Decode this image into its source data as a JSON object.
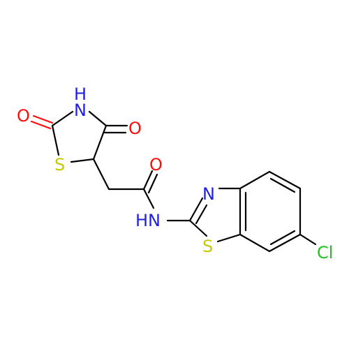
{
  "molecule": {
    "atoms": {
      "o_ring_left": "O",
      "nh_ring": "H",
      "n_ring_label": "N",
      "o_ring_right": "O",
      "s_ring": "S",
      "o_amide": "O",
      "n_benzothiazole": "N",
      "nh_amide": "HN",
      "s_benzothiazole": "S",
      "cl": "Cl"
    },
    "colors": {
      "bond": "#000000",
      "oxygen": "#ff0d0d",
      "nitrogen": "#2020e0",
      "sulfur": "#c8c800",
      "chlorine": "#1fc41f"
    }
  }
}
